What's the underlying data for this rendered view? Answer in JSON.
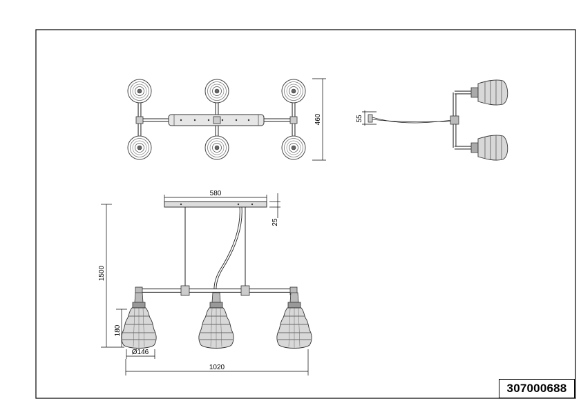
{
  "drawing": {
    "product_code": "307000688",
    "top_view": {
      "height_label": "460"
    },
    "side_view": {
      "canopy_label": "55"
    },
    "front_view": {
      "canopy_width_label": "580",
      "canopy_height_label": "25",
      "total_height_label": "1500",
      "shade_height_label": "180",
      "shade_diameter_label": "Ø146",
      "total_width_label": "1020"
    }
  }
}
